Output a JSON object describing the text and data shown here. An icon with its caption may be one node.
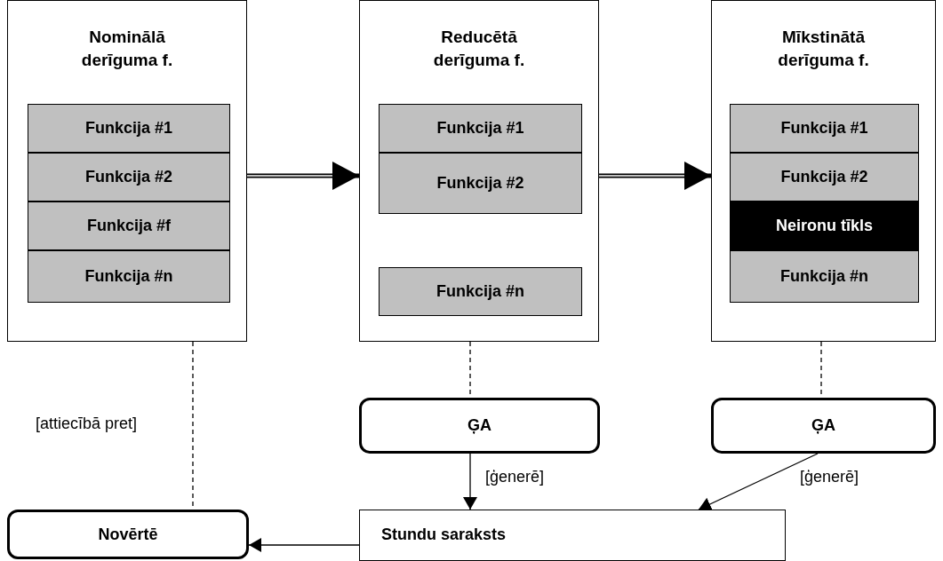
{
  "diagram": {
    "nodes": [
      {
        "text": [
          "Nominālā derīguma f."
        ]
      },
      {
        "text": [
          "Funkcija #1"
        ],
        "in": 0
      },
      {
        "text": [
          "Funkcija #2"
        ],
        "in": 0
      },
      {
        "text": [
          "Funkcija #f"
        ],
        "in": 0
      },
      {
        "text": [
          "Funkcija #n"
        ],
        "in": 0
      },
      {
        "text": [
          "Reducētā derīguma f."
        ]
      },
      {
        "text": [
          "Funkcija #1"
        ],
        "in": 5
      },
      {
        "text": [
          "Funkcija #2"
        ],
        "in": 5
      },
      {
        "text": [
          "Funkcija #n"
        ],
        "in": 5
      },
      {
        "text": [
          "Mīkstinātā derīguma f."
        ]
      },
      {
        "text": [
          "Funkcija #1"
        ],
        "in": 9
      },
      {
        "text": [
          "Funkcija #2"
        ],
        "in": 9
      },
      {
        "text": [
          "Neironu tīkls"
        ],
        "in": 9
      },
      {
        "text": [
          "Funkcija #n"
        ],
        "in": 9
      },
      {
        "text": [
          "ĢA"
        ]
      },
      {
        "text": [
          "ĢA"
        ]
      },
      {
        "text": [
          "Novērtē"
        ]
      },
      {
        "text": [
          "Stundu saraksts"
        ]
      }
    ],
    "edges": [
      {
        "from": 0,
        "to": 5,
        "arrow": "to",
        "style": "thick"
      },
      {
        "from": 5,
        "to": 9,
        "arrow": "to",
        "style": "thick"
      },
      {
        "from": 0,
        "to": 16,
        "arrow": "none",
        "style": "dashed",
        "label": "[attiecībā pret]"
      },
      {
        "from": 5,
        "to": 14,
        "arrow": "none",
        "style": "dashed"
      },
      {
        "from": 9,
        "to": 15,
        "arrow": "none",
        "style": "dashed"
      },
      {
        "from": 14,
        "to": 17,
        "arrow": "to",
        "label": "[ģenerē]"
      },
      {
        "from": 15,
        "to": 17,
        "arrow": "to",
        "label": "[ģenerē]"
      },
      {
        "from": 17,
        "to": 16,
        "arrow": "to"
      }
    ]
  }
}
